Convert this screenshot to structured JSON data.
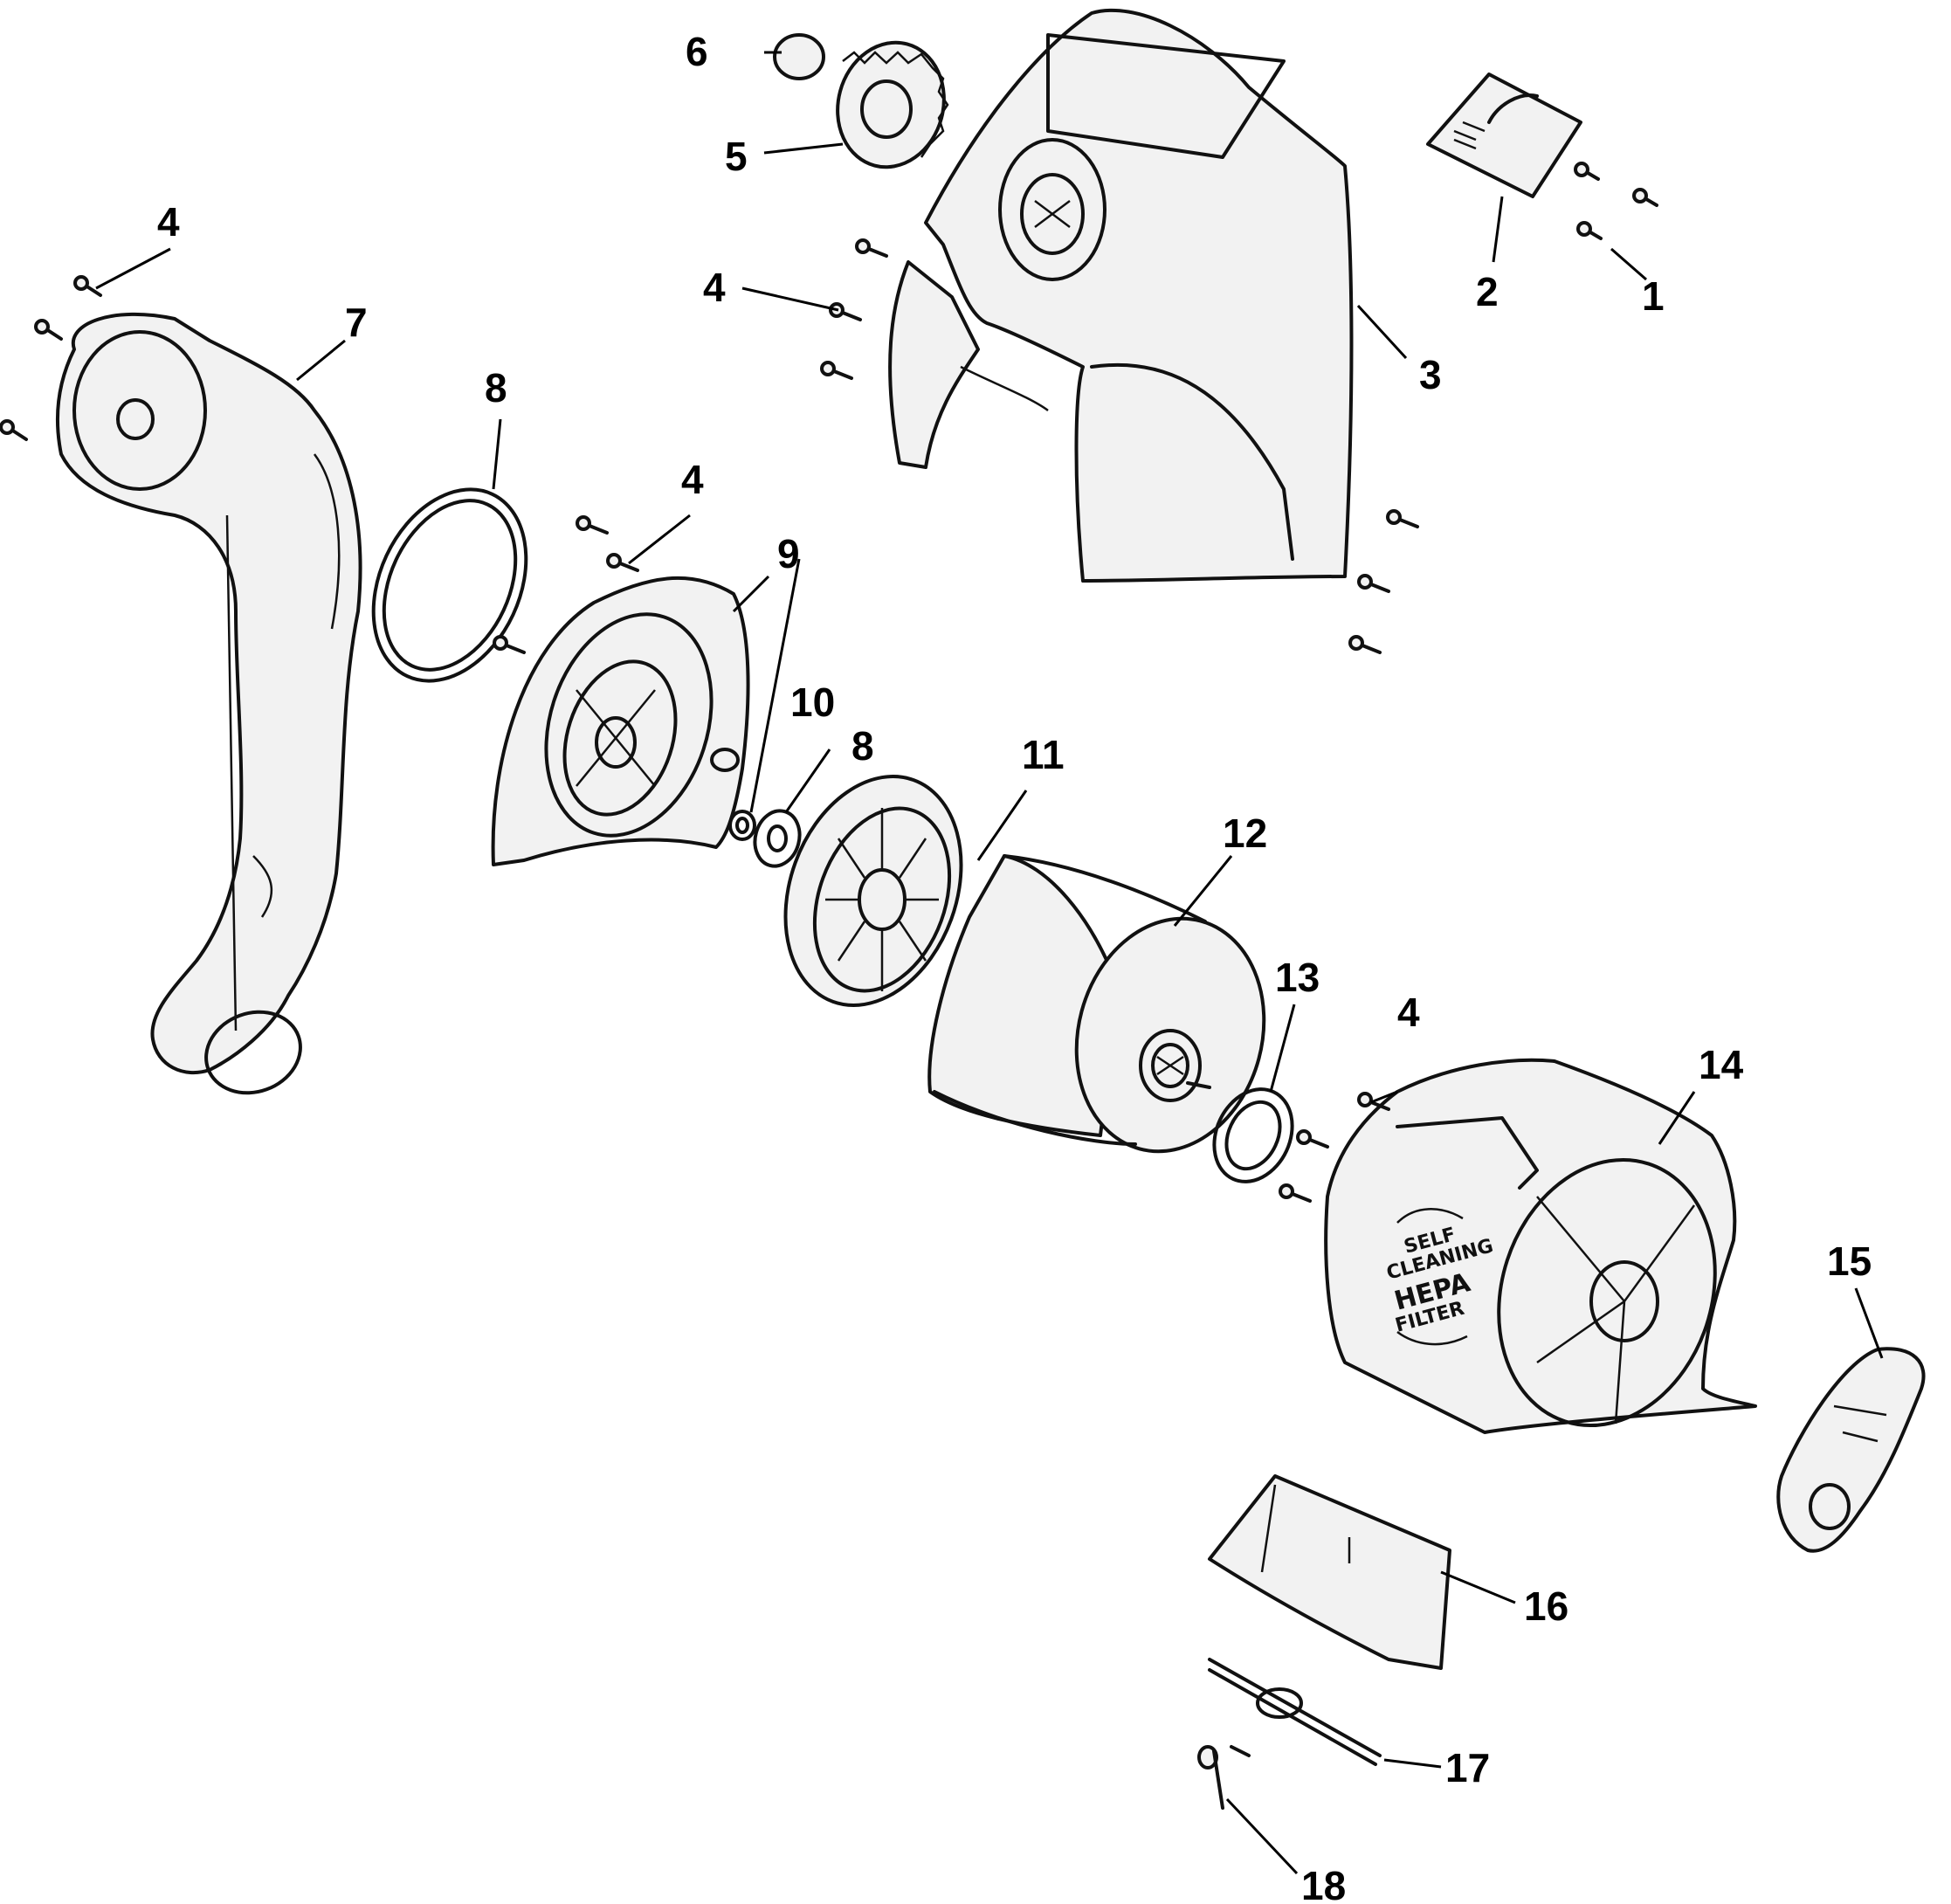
{
  "diagram": {
    "callouts": [
      {
        "id": "c1",
        "label": "1"
      },
      {
        "id": "c2",
        "label": "2"
      },
      {
        "id": "c3",
        "label": "3"
      },
      {
        "id": "c4a",
        "label": "4"
      },
      {
        "id": "c4b",
        "label": "4"
      },
      {
        "id": "c4c",
        "label": "4"
      },
      {
        "id": "c4d",
        "label": "4"
      },
      {
        "id": "c5",
        "label": "5"
      },
      {
        "id": "c6",
        "label": "6"
      },
      {
        "id": "c7",
        "label": "7"
      },
      {
        "id": "c8a",
        "label": "8"
      },
      {
        "id": "c8b",
        "label": "8"
      },
      {
        "id": "c9",
        "label": "9"
      },
      {
        "id": "c10",
        "label": "10"
      },
      {
        "id": "c11",
        "label": "11"
      },
      {
        "id": "c12",
        "label": "12"
      },
      {
        "id": "c13",
        "label": "13"
      },
      {
        "id": "c14",
        "label": "14"
      },
      {
        "id": "c15",
        "label": "15"
      },
      {
        "id": "c16",
        "label": "16"
      },
      {
        "id": "c17",
        "label": "17"
      },
      {
        "id": "c18",
        "label": "18"
      }
    ],
    "housing_logo": {
      "line1": "SELF",
      "line2": "CLEANING",
      "line3": "HEPA",
      "line4": "FILTER"
    }
  }
}
